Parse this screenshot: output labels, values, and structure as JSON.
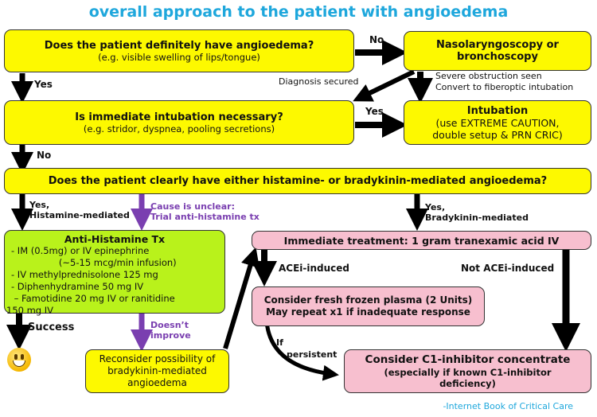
{
  "title": "overall approach to the patient with angioedema",
  "nodes": {
    "q1": {
      "title": "Does the patient definitely have angioedema?",
      "subtitle": "(e.g. visible swelling of lips/tongue)"
    },
    "scope": {
      "title": "Nasolaryngoscopy or bronchoscopy"
    },
    "q2": {
      "title": "Is immediate intubation necessary?",
      "subtitle": "(e.g. stridor, dyspnea, pooling secretions)"
    },
    "intubation": {
      "title": "Intubation",
      "line1": "(use EXTREME CAUTION,",
      "line2": "double setup & PRN CRIC)"
    },
    "q3": {
      "title": "Does the patient clearly have either histamine- or bradykinin-mediated angioedema?"
    },
    "antihistamine": {
      "title": "Anti-Histamine Tx",
      "items": [
        "- IM (0.5mg) or IV epinephrine",
        "      (~5-15 mcg/min infusion)",
        "- IV methylprednisolone 125 mg",
        "- Diphenhydramine 50 mg IV",
        " – Famotidine 20 mg IV or ranitidine",
        "150 mg IV"
      ]
    },
    "txa": {
      "title": "Immediate treatment:  1 gram tranexamic acid IV"
    },
    "ffp": {
      "line1": "Consider fresh frozen plasma (2 Units)",
      "line2": "May repeat x1 if inadequate response"
    },
    "reconsider": {
      "line1": "Reconsider possibility of",
      "line2": "bradykinin-mediated",
      "line3": "angioedema"
    },
    "c1": {
      "title": "Consider C1-inhibitor concentrate",
      "line1": "(especially if known C1-inhibitor",
      "line2": "deficiency)"
    }
  },
  "edge_labels": {
    "no1": "No",
    "yes1": "Yes",
    "diagnosis_secured": "Diagnosis secured",
    "severe_obstruction_1": "Severe obstruction seen",
    "severe_obstruction_2": "Convert to fiberoptic intubation",
    "yes2": "Yes",
    "no2": "No",
    "histamine_1": "Yes,",
    "histamine_2": "Histamine-mediated",
    "unclear_1": "Cause is unclear:",
    "unclear_2": "Trial anti-histamine tx",
    "bradykinin_1": "Yes,",
    "bradykinin_2": "Bradykinin-mediated",
    "acei": "ACEi-induced",
    "not_acei": "Not ACEi-induced",
    "success": "Success",
    "doesnt_improve_1": "Doesn’t",
    "doesnt_improve_2": "improve",
    "if_persistent_1": "If",
    "if_persistent_2": "persistent"
  },
  "credit": "-Internet Book of Critical Care",
  "colors": {
    "title": "#1ea7dc",
    "yellow": "#fdf900",
    "green": "#b9f21b",
    "pink": "#f7bfcf",
    "purple": "#7a3fb0"
  }
}
